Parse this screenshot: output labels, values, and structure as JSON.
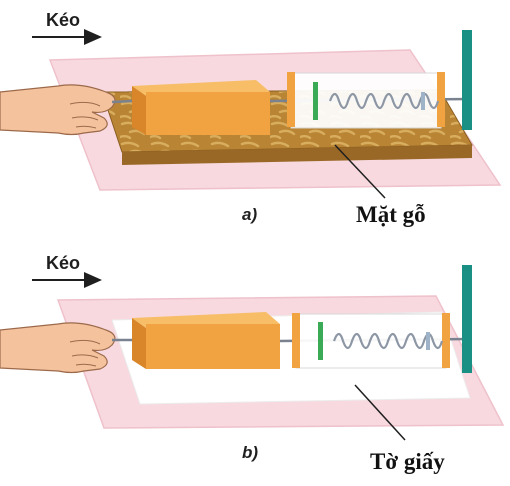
{
  "panel_a": {
    "pull_label": "Kéo",
    "part_label": "a)",
    "surface_label": "Mặt gỗ"
  },
  "panel_b": {
    "pull_label": "Kéo",
    "part_label": "b)",
    "surface_label": "Tờ giấy"
  },
  "colors": {
    "table": "#f7d9df",
    "table_edge": "#efc1cb",
    "wood": "#b98535",
    "wood_grain": "#d8ad5e",
    "block_front": "#f2a341",
    "block_top": "#f7be67",
    "block_side": "#d9852a",
    "spring": "#8c96a4",
    "post": "#1a8f83",
    "hand": "#f4c29c",
    "hand_outline": "#9c6a4b"
  },
  "icons": [
    "hand-icon",
    "arrow-right-icon",
    "spring-icon",
    "wall-post-icon"
  ]
}
